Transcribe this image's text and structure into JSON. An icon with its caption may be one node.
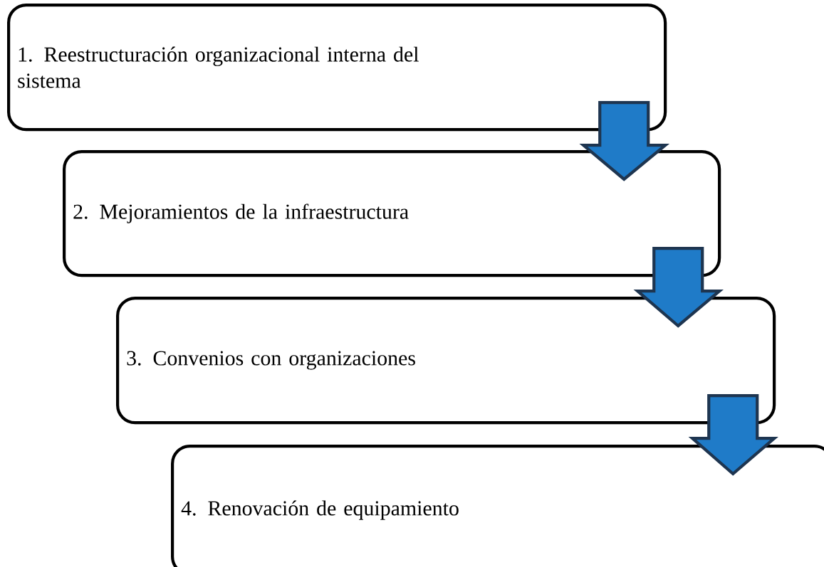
{
  "diagram": {
    "nodes": [
      {
        "text": [
          "1. Reestructuración organizacional interna del sistema"
        ]
      },
      {
        "text": [
          "2. Mejoramientos de la infraestructura"
        ]
      },
      {
        "text": [
          "3. Convenios con organizaciones"
        ]
      },
      {
        "text": [
          "4. Renovación de equipamiento"
        ]
      }
    ],
    "edges": [
      {
        "from": 0,
        "to": 1,
        "arrow": "to"
      },
      {
        "from": 1,
        "to": 2,
        "arrow": "to"
      },
      {
        "from": 2,
        "to": 3,
        "arrow": "to"
      }
    ]
  }
}
